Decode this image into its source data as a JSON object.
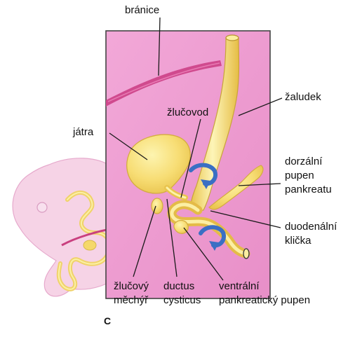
{
  "labels": {
    "diaphragm": "bránice",
    "liver": "játra",
    "bile_duct": "žlučovod",
    "stomach": "žaludek",
    "dorsal_pancreatic_bud": [
      "dorzální",
      "pupen",
      "pankreatu"
    ],
    "duodenal_loop": [
      "duodenální",
      "klička"
    ],
    "gallbladder": [
      "žlučový",
      "měchýř"
    ],
    "cystic_duct": [
      "ductus",
      "cysticus"
    ],
    "ventral_pancreatic_bud": [
      "ventrální",
      "pankreatický pupen"
    ],
    "panel": "C"
  },
  "colors": {
    "background_panel": "#ee9ad0",
    "organ_fill": "#f5d86a",
    "organ_highlight": "#fdf3a8",
    "rotation_arrow": "#3a6fc4",
    "embryo_fill": "#f6d3e6",
    "diaphragm": "#d2488e"
  }
}
